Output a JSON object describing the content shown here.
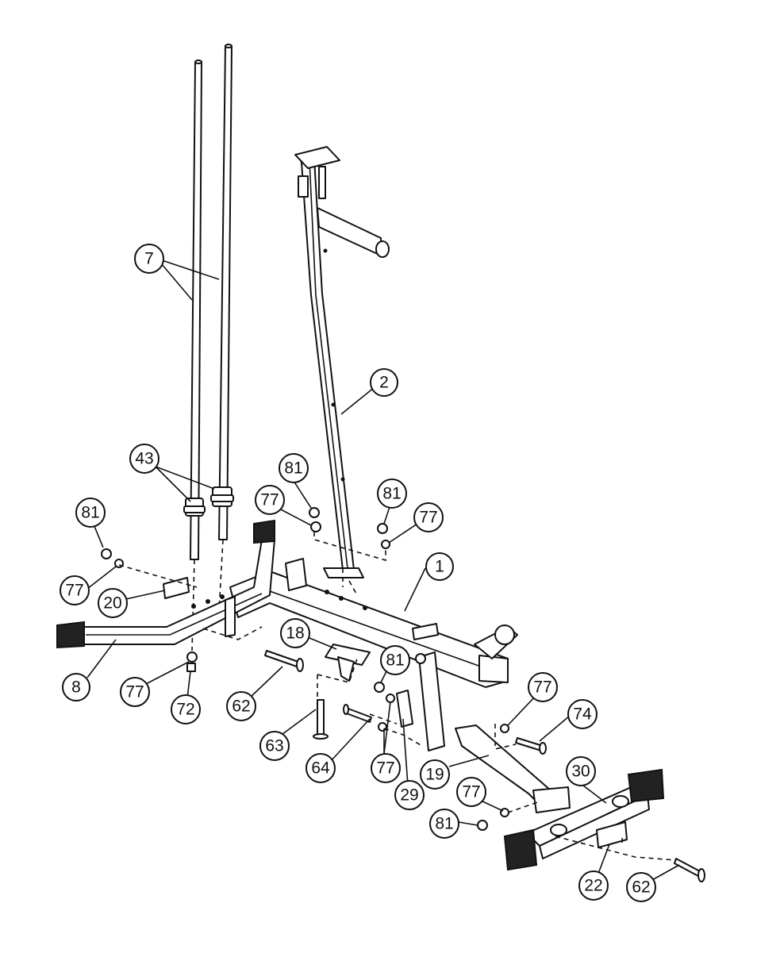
{
  "callouts": [
    {
      "id": "c7",
      "label": "7"
    },
    {
      "id": "c2",
      "label": "2"
    },
    {
      "id": "c43",
      "label": "43"
    },
    {
      "id": "c81a",
      "label": "81"
    },
    {
      "id": "c77a",
      "label": "77"
    },
    {
      "id": "c81b",
      "label": "81"
    },
    {
      "id": "c77b",
      "label": "77"
    },
    {
      "id": "c81c",
      "label": "81"
    },
    {
      "id": "c77c",
      "label": "77"
    },
    {
      "id": "c1",
      "label": "1"
    },
    {
      "id": "c20",
      "label": "20"
    },
    {
      "id": "c8",
      "label": "8"
    },
    {
      "id": "c77d",
      "label": "77"
    },
    {
      "id": "c72",
      "label": "72"
    },
    {
      "id": "c62a",
      "label": "62"
    },
    {
      "id": "c18",
      "label": "18"
    },
    {
      "id": "c81d",
      "label": "81"
    },
    {
      "id": "c63",
      "label": "63"
    },
    {
      "id": "c64",
      "label": "64"
    },
    {
      "id": "c77e",
      "label": "77"
    },
    {
      "id": "c29",
      "label": "29"
    },
    {
      "id": "c77f",
      "label": "77"
    },
    {
      "id": "c74",
      "label": "74"
    },
    {
      "id": "c19",
      "label": "19"
    },
    {
      "id": "c30",
      "label": "30"
    },
    {
      "id": "c77g",
      "label": "77"
    },
    {
      "id": "c81e",
      "label": "81"
    },
    {
      "id": "c22",
      "label": "22"
    },
    {
      "id": "c62b",
      "label": "62"
    }
  ]
}
